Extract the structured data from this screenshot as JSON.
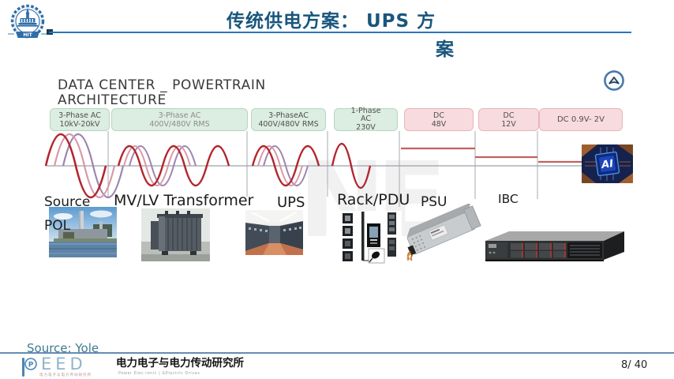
{
  "slide": {
    "title_line1": "传统供电方案： UPS 方",
    "title_line2": "案",
    "page_number": "8/ 40"
  },
  "header": {
    "logo": "hit-university-emblem",
    "logo_banner": "HIT"
  },
  "nav": {
    "scroll_top_icon": "chevron-up-circle"
  },
  "diagram": {
    "title_line1": "DATA CENTER _ POWERTRAIN",
    "title_line2": "ARCHITECTURE",
    "boxes": [
      {
        "l1": "3-Phase AC",
        "l2": "10kV-20kV",
        "l3": "",
        "type": "ac"
      },
      {
        "l1": "3-Phase AC",
        "l2": "400V/480V RMS",
        "l3": "",
        "type": "ac"
      },
      {
        "l1": "3-PhaseAC",
        "l2": "400V/480V RMS",
        "l3": "",
        "type": "ac"
      },
      {
        "l1": "1-Phase",
        "l2": "AC",
        "l3": "230V",
        "type": "ac"
      },
      {
        "l1": "DC",
        "l2": "48V",
        "l3": "",
        "type": "dc"
      },
      {
        "l1": "DC",
        "l2": "12V",
        "l3": "",
        "type": "dc"
      },
      {
        "l1": "DC 0.9V- 2V",
        "l2": "",
        "l3": "",
        "type": "dc"
      }
    ],
    "labels": {
      "source": "Source",
      "pol": "POL",
      "transformer": "MV/LV Transformer",
      "ups": "UPS",
      "rack_pdu": "Rack/PDU",
      "psu": "PSU",
      "ibc": "IBC"
    },
    "chip_label": "AI",
    "watermark": "NE",
    "images": [
      "power-plant-photo",
      "mv-lv-transformer-photo",
      "ups-room-photo",
      "rack-pdu-photo",
      "psu-photo",
      "rack-server-photo",
      "ai-chip-photo"
    ]
  },
  "footer": {
    "source": "Source: Yole",
    "logo_badge": "P",
    "logo_text": "EED",
    "logo_tiny": "电力电子与电力传动研究所",
    "org_cn": "电力电子与电力传动研究所",
    "org_en": "Power Elec ronic | &Electric Drives",
    "page": "8/ 40"
  },
  "colors": {
    "title_blue": "#19567d",
    "accent_line": "#2e75b6",
    "wave_red": "#b2262c",
    "wave_pink": "#d898a6",
    "wave_purple": "#9c84ae",
    "dc_line": "#c2615f",
    "axis_gray": "#9ba1a7",
    "divider_gray": "#a6abb0",
    "box_green_bg": "#dcede2",
    "box_green_border": "#b4d6c1",
    "box_pink_bg": "#f8dbde",
    "box_pink_border": "#e6b6bb",
    "source_teal": "#3f7a90",
    "footer_logo_blue": "#8fb4cc"
  }
}
